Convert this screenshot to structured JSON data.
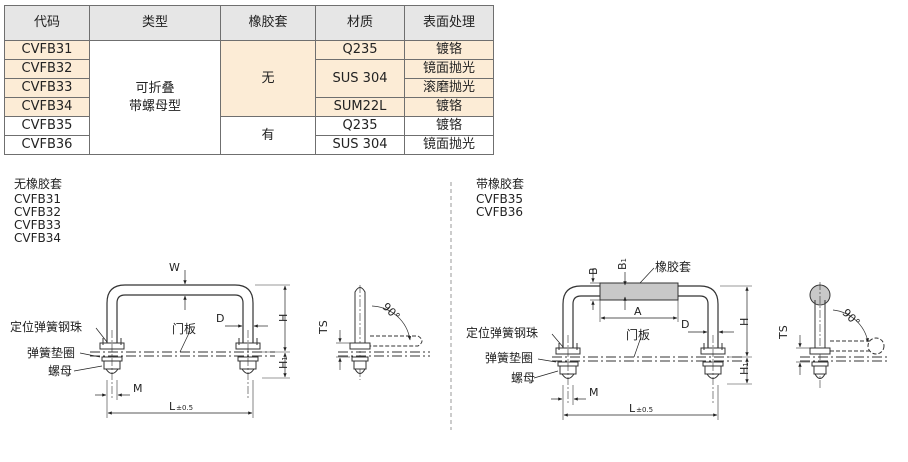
{
  "table": {
    "headers": [
      "代码",
      "类型",
      "橡胶套",
      "材质",
      "表面处理"
    ],
    "codes": [
      "CVFB31",
      "CVFB32",
      "CVFB33",
      "CVFB34",
      "CVFB35",
      "CVFB36"
    ],
    "type_line1": "可折叠",
    "type_line2": "带螺母型",
    "rubber_no": "无",
    "rubber_yes": "有",
    "materials": [
      "Q235",
      "SUS 304",
      "SUM22L",
      "Q235",
      "SUS 304"
    ],
    "finishes": [
      "镀铬",
      "镜面抛光",
      "滚磨抛光",
      "镀铬",
      "镀铬",
      "镜面抛光"
    ]
  },
  "left_group": {
    "title": "无橡胶套",
    "codes": [
      "CVFB31",
      "CVFB32",
      "CVFB33",
      "CVFB34"
    ]
  },
  "right_group": {
    "title": "带橡胶套",
    "codes": [
      "CVFB35",
      "CVFB36"
    ]
  },
  "labels": {
    "plunger": "定位弹簧钢珠",
    "washer": "弹簧垫圈",
    "nut": "螺母",
    "door": "门板",
    "rubber": "橡胶套",
    "W": "W",
    "D": "D",
    "H": "H",
    "H1": "H",
    "H1_sub": "1",
    "M": "M",
    "L": "L",
    "L_tol": "±0.5",
    "TS": "TS",
    "angle": "90°",
    "B": "B",
    "B1": "B",
    "B1_sub": "1",
    "A": "A"
  },
  "colors": {
    "header_bg": "#e6e6e6",
    "highlight_bg": "#fcecd6",
    "grip_fill": "#c8c8c8"
  }
}
